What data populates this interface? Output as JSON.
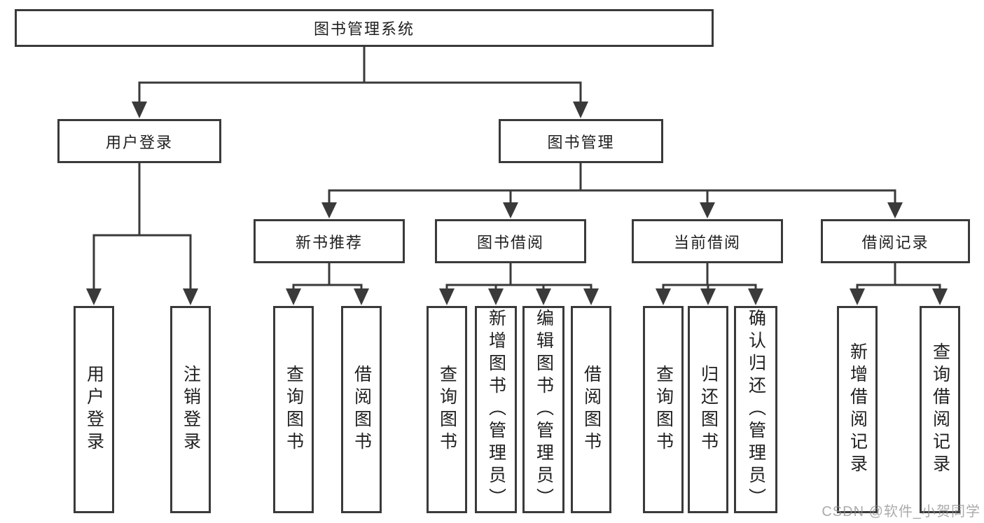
{
  "diagram": {
    "type": "hierarchy-tree",
    "root": {
      "label": "图书管理系统",
      "children": [
        {
          "label": "用户登录",
          "children": [
            {
              "label": "用户登录"
            },
            {
              "label": "注销登录"
            }
          ]
        },
        {
          "label": "图书管理",
          "children": [
            {
              "label": "新书推荐",
              "children": [
                {
                  "label": "查询图书"
                },
                {
                  "label": "借阅图书"
                }
              ]
            },
            {
              "label": "图书借阅",
              "children": [
                {
                  "label": "查询图书"
                },
                {
                  "label": "新增图书（管理员）"
                },
                {
                  "label": "编辑图书（管理员）"
                },
                {
                  "label": "借阅图书"
                }
              ]
            },
            {
              "label": "当前借阅",
              "children": [
                {
                  "label": "查询图书"
                },
                {
                  "label": "归还图书"
                },
                {
                  "label": "确认归还（管理员）"
                }
              ]
            },
            {
              "label": "借阅记录",
              "children": [
                {
                  "label": "新增借阅记录"
                },
                {
                  "label": "查询借阅记录"
                }
              ]
            }
          ]
        }
      ]
    }
  },
  "colors": {
    "line": "#3a3a3a",
    "box_border": "#3a3a3a",
    "text": "#1f1f1f",
    "background": "#ffffff",
    "watermark": "#8a8a8a"
  },
  "watermark": {
    "text": "CSDN @软件_小贺同学"
  }
}
